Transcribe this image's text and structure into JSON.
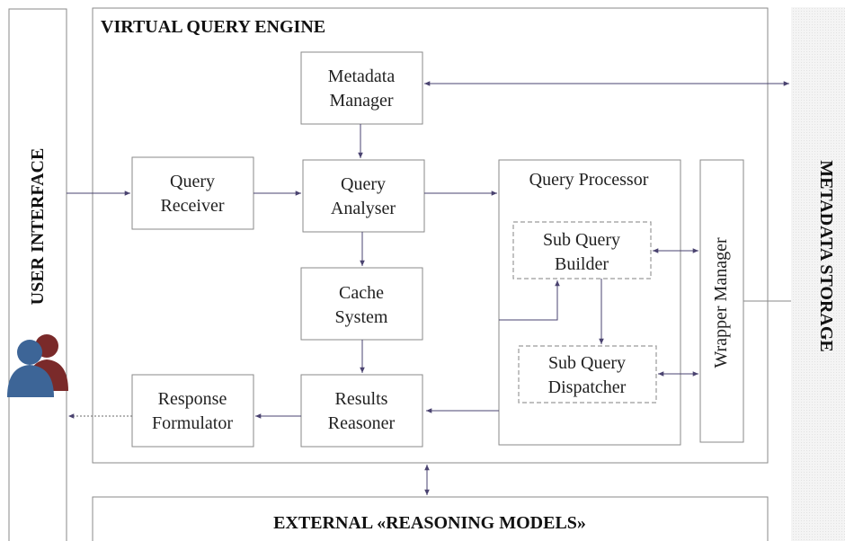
{
  "user_interface": {
    "label": "USER INTERFACE",
    "icon": "users-icon"
  },
  "engine": {
    "title": "VIRTUAL QUERY ENGINE"
  },
  "storage": {
    "label": "METADATA STORAGE"
  },
  "external": {
    "title": "EXTERNAL «REASONING MODELS»"
  },
  "nodes": {
    "metadata_manager": {
      "line1": "Metadata",
      "line2": "Manager"
    },
    "query_receiver": {
      "line1": "Query",
      "line2": "Receiver"
    },
    "query_analyser": {
      "line1": "Query",
      "line2": "Analyser"
    },
    "cache_system": {
      "line1": "Cache",
      "line2": "System"
    },
    "results_reasoner": {
      "line1": "Results",
      "line2": "Reasoner"
    },
    "response_formulator": {
      "line1": "Response",
      "line2": "Formulator"
    },
    "query_processor": {
      "title": "Query Processor"
    },
    "sub_query_builder": {
      "line1": "Sub Query",
      "line2": "Builder"
    },
    "sub_query_dispatcher": {
      "line1": "Sub Query",
      "line2": "Dispatcher"
    },
    "wrapper_manager": {
      "label": "Wrapper Manager"
    }
  },
  "colors": {
    "arrow": "#4a4370",
    "border": "#8a8a8a",
    "user_blue": "#3d6597",
    "user_red": "#7a2a2a"
  }
}
